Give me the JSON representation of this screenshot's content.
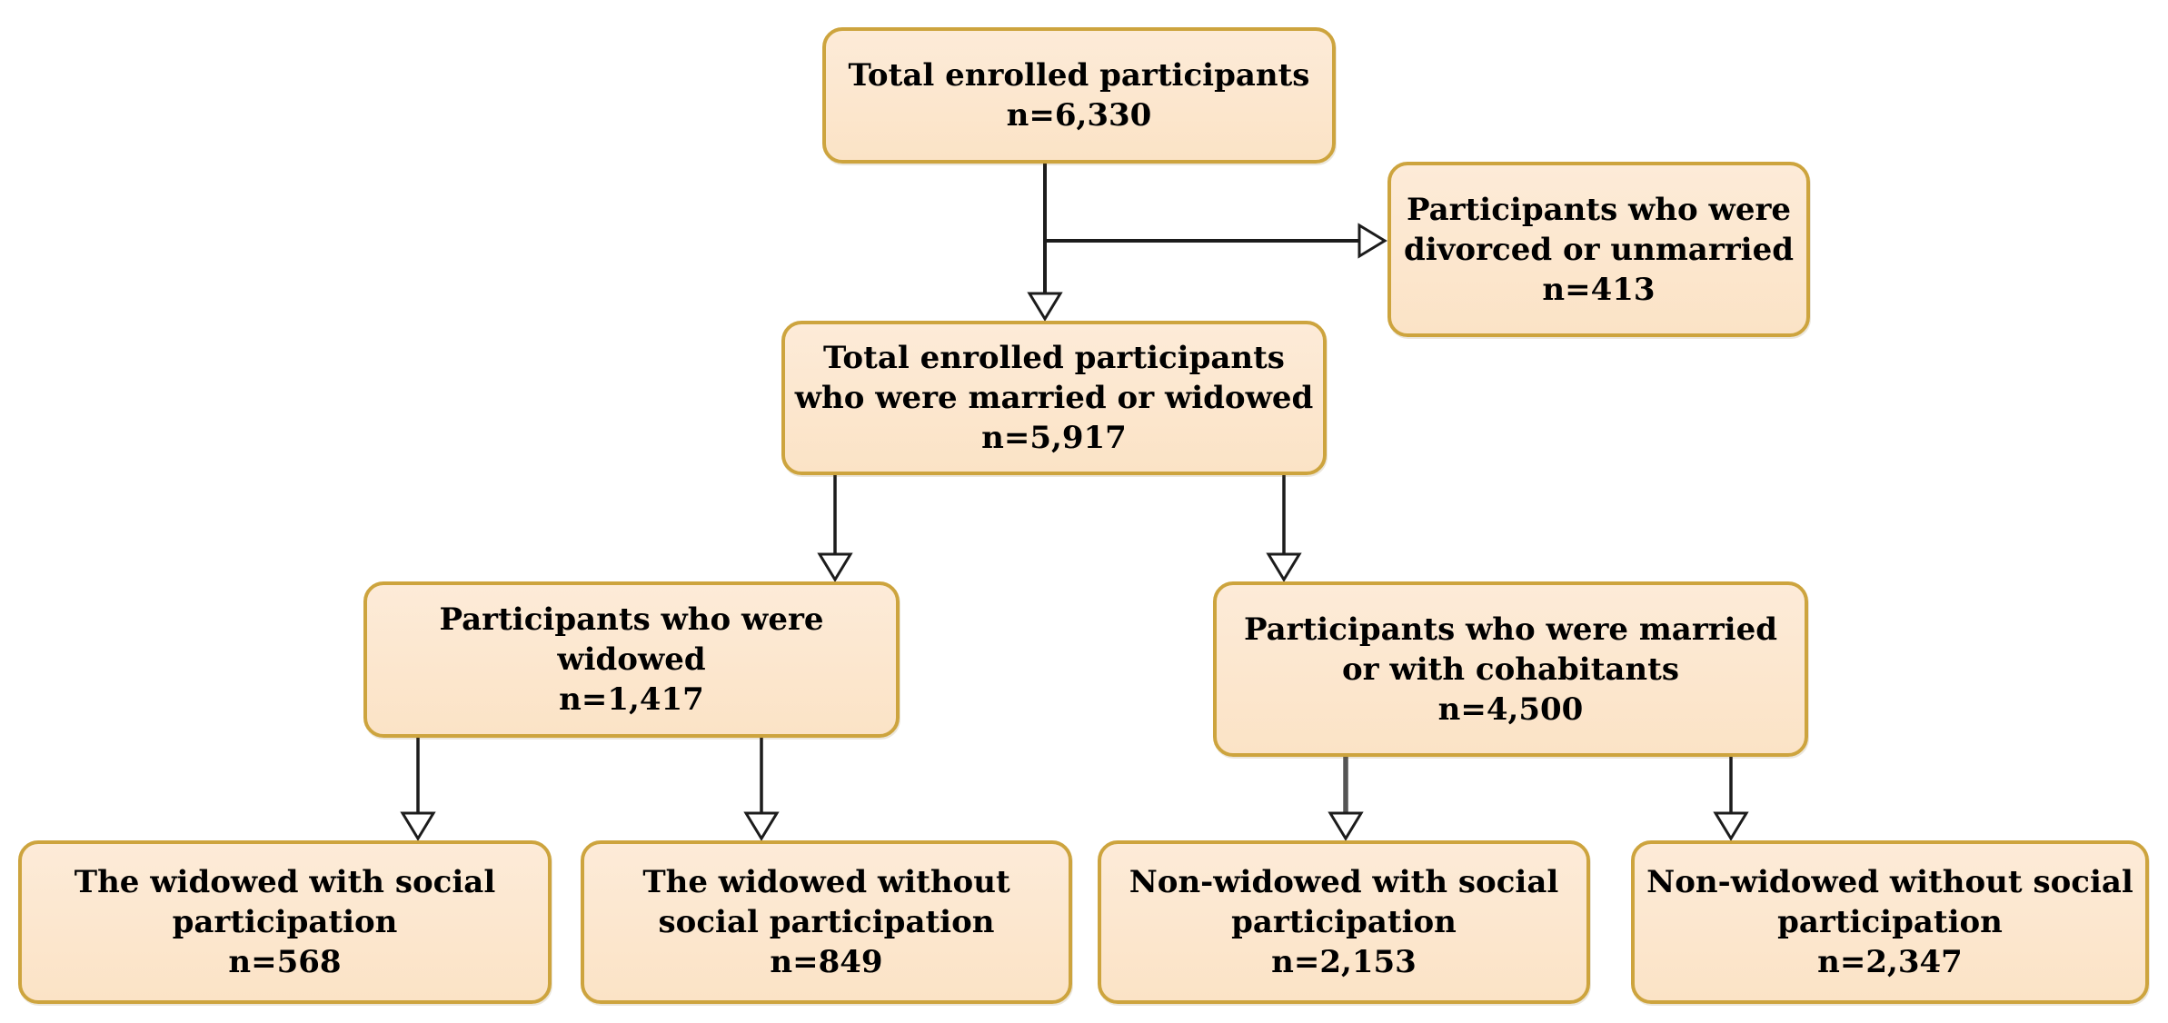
{
  "diagram": {
    "type": "flowchart",
    "colors": {
      "box_fill": "#FBE4CA",
      "box_border": "#CDA43E",
      "line_color": "#1C1C1C",
      "gray_line_color": "#555555",
      "text_color": "#000000",
      "background": "#FFFFFF"
    },
    "nodes": [
      {
        "id": "total-enrolled",
        "label": "Total enrolled participants",
        "n": "n=6,330"
      },
      {
        "id": "divorced-unmarried",
        "label": "Participants who were divorced or unmarried",
        "n": "n=413"
      },
      {
        "id": "married-or-widowed",
        "label": "Total enrolled participants who were married or widowed",
        "n": "n=5,917"
      },
      {
        "id": "widowed",
        "label": "Participants who were widowed",
        "n": "n=1,417"
      },
      {
        "id": "married-cohabitants",
        "label": "Participants who were married or with cohabitants",
        "n": "n=4,500"
      },
      {
        "id": "widowed-with-sp",
        "label": "The widowed with social participation",
        "n": "n=568"
      },
      {
        "id": "widowed-without-sp",
        "label": "The widowed without social participation",
        "n": "n=849"
      },
      {
        "id": "nonwidowed-with-sp",
        "label": "Non-widowed with social participation",
        "n": "n=2,153"
      },
      {
        "id": "nonwidowed-without-sp",
        "label": "Non-widowed without social participation",
        "n": "n=2,347"
      }
    ],
    "connections": [
      {
        "from": "total-enrolled",
        "to": "divorced-unmarried"
      },
      {
        "from": "total-enrolled",
        "to": "married-or-widowed"
      },
      {
        "from": "married-or-widowed",
        "to": "widowed"
      },
      {
        "from": "married-or-widowed",
        "to": "married-cohabitants"
      },
      {
        "from": "widowed",
        "to": "widowed-with-sp"
      },
      {
        "from": "widowed",
        "to": "widowed-without-sp"
      },
      {
        "from": "married-cohabitants",
        "to": "nonwidowed-with-sp"
      },
      {
        "from": "married-cohabitants",
        "to": "nonwidowed-without-sp"
      }
    ]
  }
}
